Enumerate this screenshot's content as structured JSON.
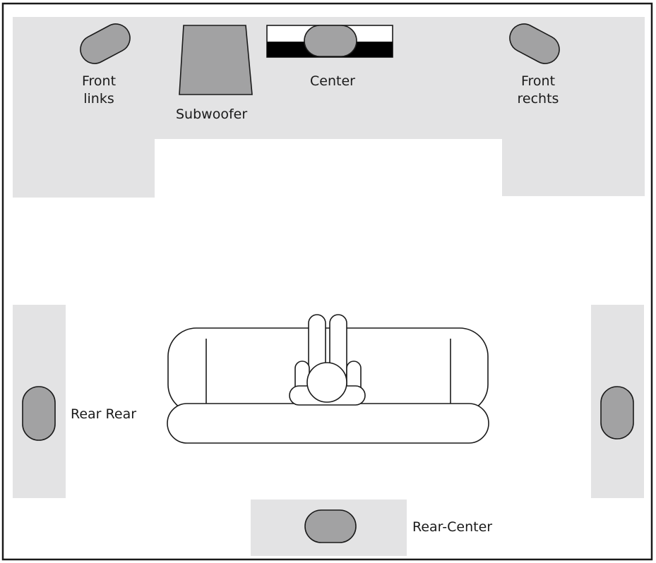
{
  "labels": {
    "front_left_line1": "Front",
    "front_left_line2": "links",
    "subwoofer": "Subwoofer",
    "center": "Center",
    "front_right_line1": "Front",
    "front_right_line2": "rechts",
    "rear_left": "Rear Rear",
    "rear_center": "Rear-Center"
  },
  "colors": {
    "zone": "#e3e3e4",
    "speaker": "#a2a2a3",
    "outline": "#1a1a1a",
    "background": "#ffffff"
  }
}
